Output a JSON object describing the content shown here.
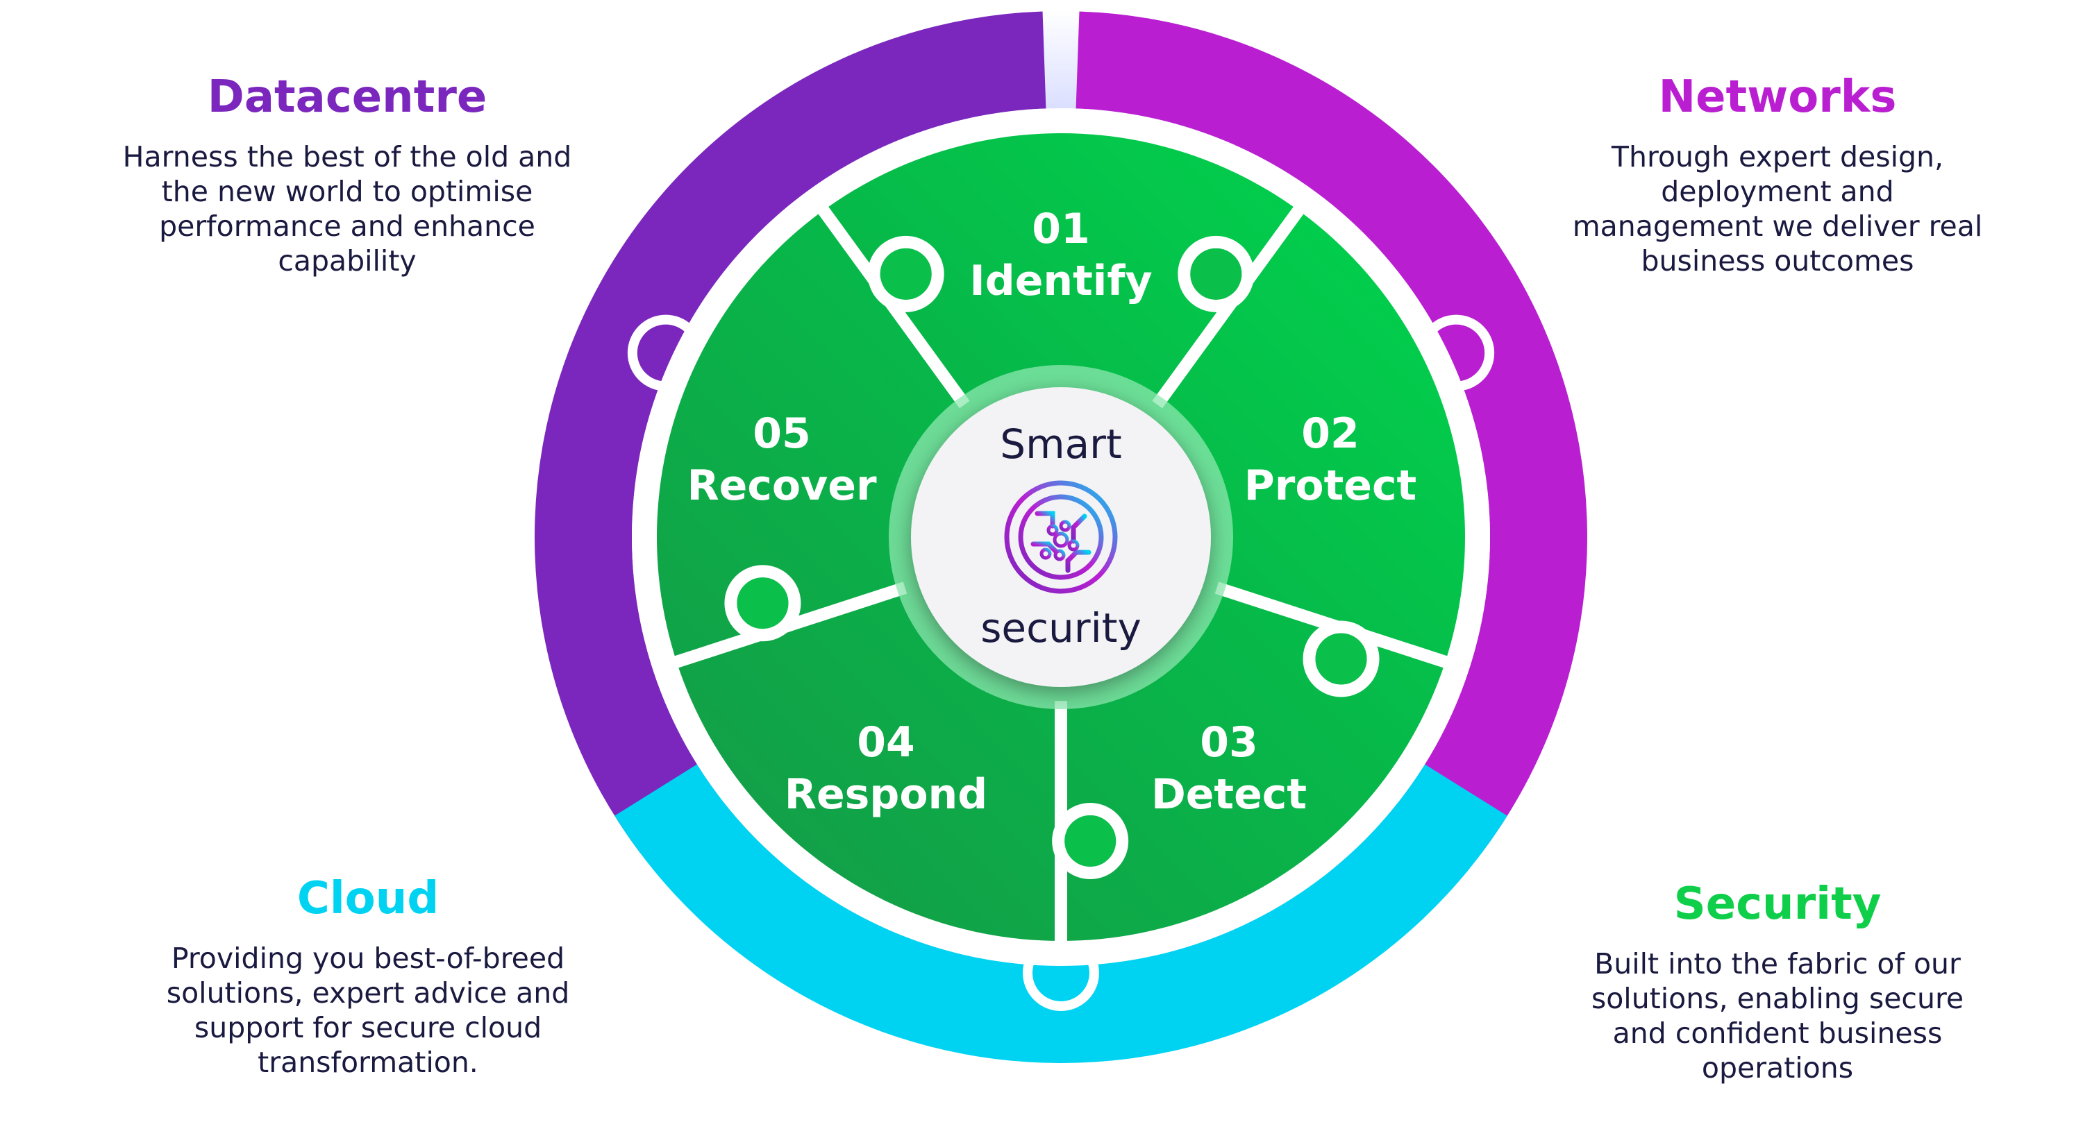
{
  "colors": {
    "datacentre": "#7b27bd",
    "networks": "#b91fd1",
    "cloud": "#00d3f2",
    "security": "#0fcf4a",
    "green_dark": "#169848",
    "green_light": "#03d14d",
    "text_dark": "#1a1a40"
  },
  "center": {
    "line1": "Smart",
    "line2": "security",
    "icon": "circuit-chip-icon"
  },
  "segments": [
    {
      "number": "01",
      "label": "Identify"
    },
    {
      "number": "02",
      "label": "Protect"
    },
    {
      "number": "03",
      "label": "Detect"
    },
    {
      "number": "04",
      "label": "Respond"
    },
    {
      "number": "05",
      "label": "Recover"
    }
  ],
  "sections": {
    "datacentre": {
      "title": "Datacentre",
      "lines": [
        "Harness the best of the old and",
        "the new world to optimise",
        "performance and enhance",
        "capability"
      ]
    },
    "networks": {
      "title": "Networks",
      "lines": [
        "Through expert design,",
        "deployment and",
        "management we deliver real",
        "business outcomes"
      ]
    },
    "cloud": {
      "title": "Cloud",
      "lines": [
        "Providing you best-of-breed",
        "solutions, expert advice and",
        "support for secure cloud",
        "transformation."
      ]
    },
    "security": {
      "title": "Security",
      "lines": [
        "Built into the fabric of our",
        "solutions, enabling secure",
        "and confident business",
        "operations"
      ]
    }
  }
}
